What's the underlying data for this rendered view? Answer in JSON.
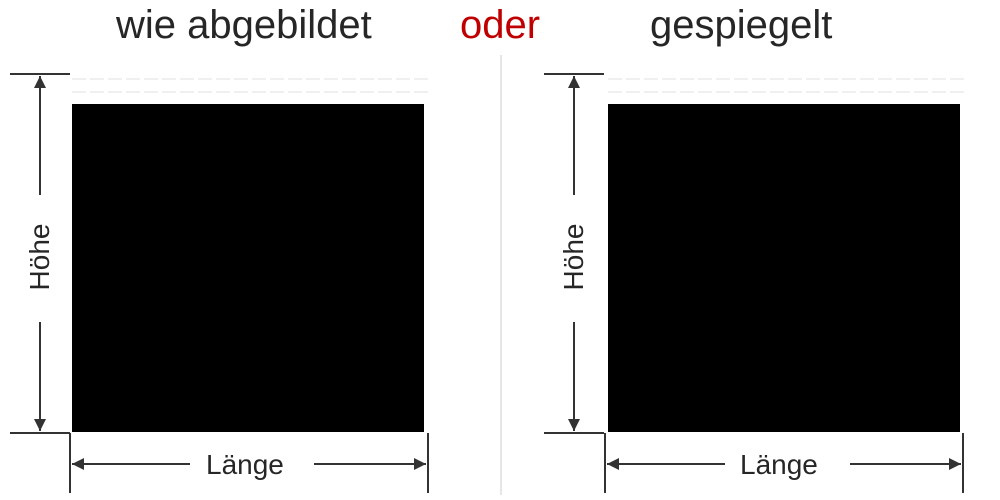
{
  "titles": {
    "left": "wie abgebildet",
    "middle": "oder",
    "right": "gespiegelt"
  },
  "colors": {
    "text": "#262626",
    "accent": "#c00000",
    "shape": "#000000",
    "divider": "#e6e6e6",
    "dimension_lines": "#333333"
  },
  "panels": [
    {
      "id": "as-shown",
      "height_label": "Höhe",
      "length_label": "Länge"
    },
    {
      "id": "mirrored",
      "height_label": "Höhe",
      "length_label": "Länge"
    }
  ]
}
